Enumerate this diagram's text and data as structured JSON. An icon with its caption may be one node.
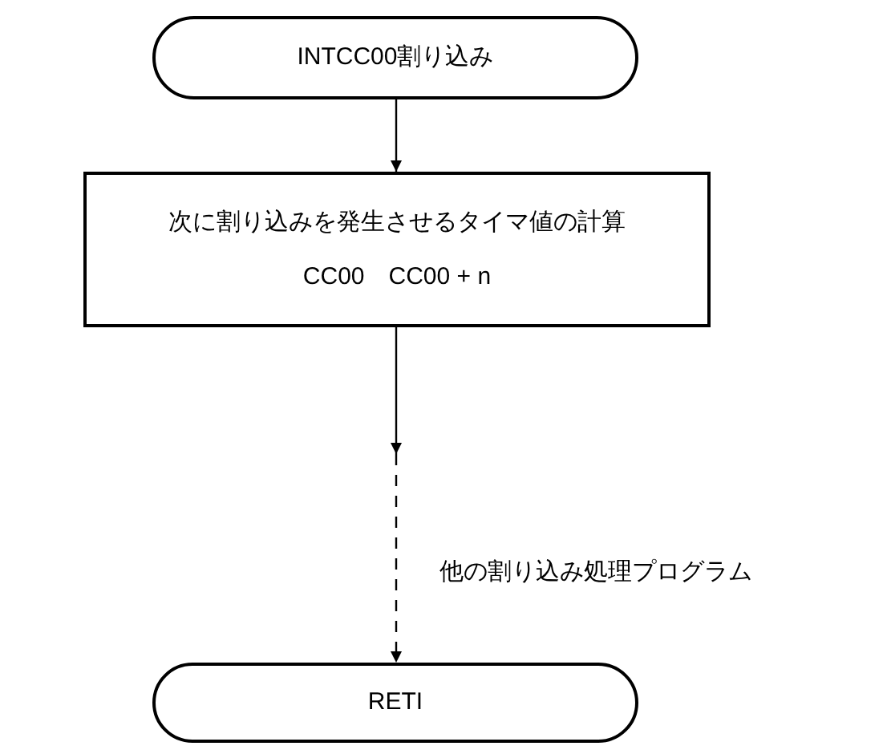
{
  "diagram": {
    "nodes": [
      {
        "text": [
          "INTCC00割り込み"
        ]
      },
      {
        "text": [
          "次に割り込みを発生させるタイマ値の計算",
          "CC00　CC00 + n"
        ]
      },
      {
        "text": [
          "RETI"
        ]
      }
    ],
    "edges": [
      {
        "from": 0,
        "to": 1,
        "arrow": "to"
      },
      {
        "from": 1,
        "to": null,
        "arrow": "to"
      },
      {
        "from": null,
        "to": 2,
        "arrow": "to",
        "style": "dashed",
        "label": "他の割り込み処理プログラム"
      }
    ]
  }
}
